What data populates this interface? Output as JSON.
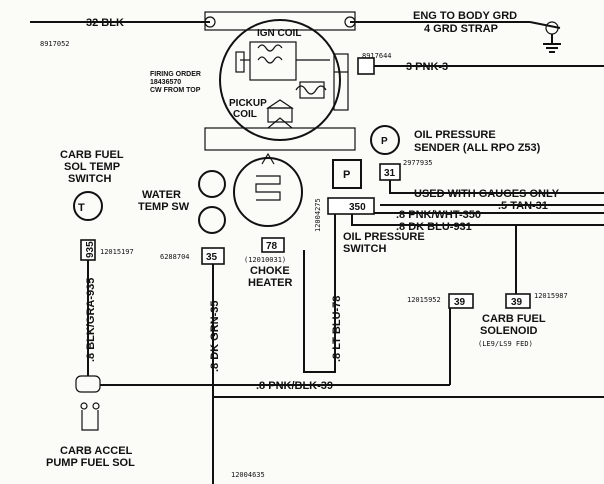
{
  "wire_labels": {
    "blk32": "32 BLK",
    "eng_to_body_grd": "ENG TO BODY GRD",
    "grd_strap": "4 GRD STRAP",
    "pnk3": "3 PNK-3",
    "tan31": ".5 TAN-31",
    "pnk_wht_350": ".8 PNK/WHT-350",
    "dk_blu_931": ".8 DK BLU-931",
    "pnk_blk_39": ".8 PNK/BLK-39",
    "blk_gra_935": ".8 BLK/GRA-935",
    "dk_grn_35": ".8 DK GRN-35",
    "lt_blu_78": ".8 LT BLU-78"
  },
  "part_numbers": {
    "pn_8917052": "8917052",
    "pn_8917644": "8917644",
    "pn_2977935": "2977935",
    "pn_12015197": "12015197",
    "pn_6288704": "6288704",
    "pn_12010031": "(12010031)",
    "pn_12004275": "12004275",
    "pn_12015952": "12015952",
    "pn_12015987": "12015987",
    "pn_12004635": "12004635"
  },
  "component_labels": {
    "ign_coil": "IGN COIL",
    "firing_order_1": "FIRING ORDER",
    "firing_order_2": "18436570",
    "firing_order_3": "CW FROM TOP",
    "pickup_1": "PICKUP",
    "pickup_2": "COIL",
    "oil_pressure_sender_1": "OIL PRESSURE",
    "oil_pressure_sender_2": "SENDER (ALL RPO Z53)",
    "used_with_gauges": "USED WITH GAUGES ONLY",
    "carb_fuel_sol_temp_1": "CARB FUEL",
    "carb_fuel_sol_temp_2": "SOL TEMP",
    "carb_fuel_sol_temp_3": "SWITCH",
    "water_temp_1": "WATER",
    "water_temp_2": "TEMP SW",
    "oil_pressure_switch_1": "OIL PRESSURE",
    "oil_pressure_switch_2": "SWITCH",
    "choke_heater_1": "CHOKE",
    "choke_heater_2": "HEATER",
    "carb_fuel_solenoid_1": "CARB FUEL",
    "carb_fuel_solenoid_2": "SOLENOID",
    "carb_fuel_solenoid_3": "(LE9/LS9 FED)",
    "carb_accel_1": "CARB ACCEL",
    "carb_accel_2": "PUMP FUEL SOL"
  },
  "circuit_boxes": {
    "c31": "31",
    "c350": "350",
    "c35": "35",
    "c78": "78",
    "c39a": "39",
    "c39b": "39",
    "c935": "935"
  }
}
